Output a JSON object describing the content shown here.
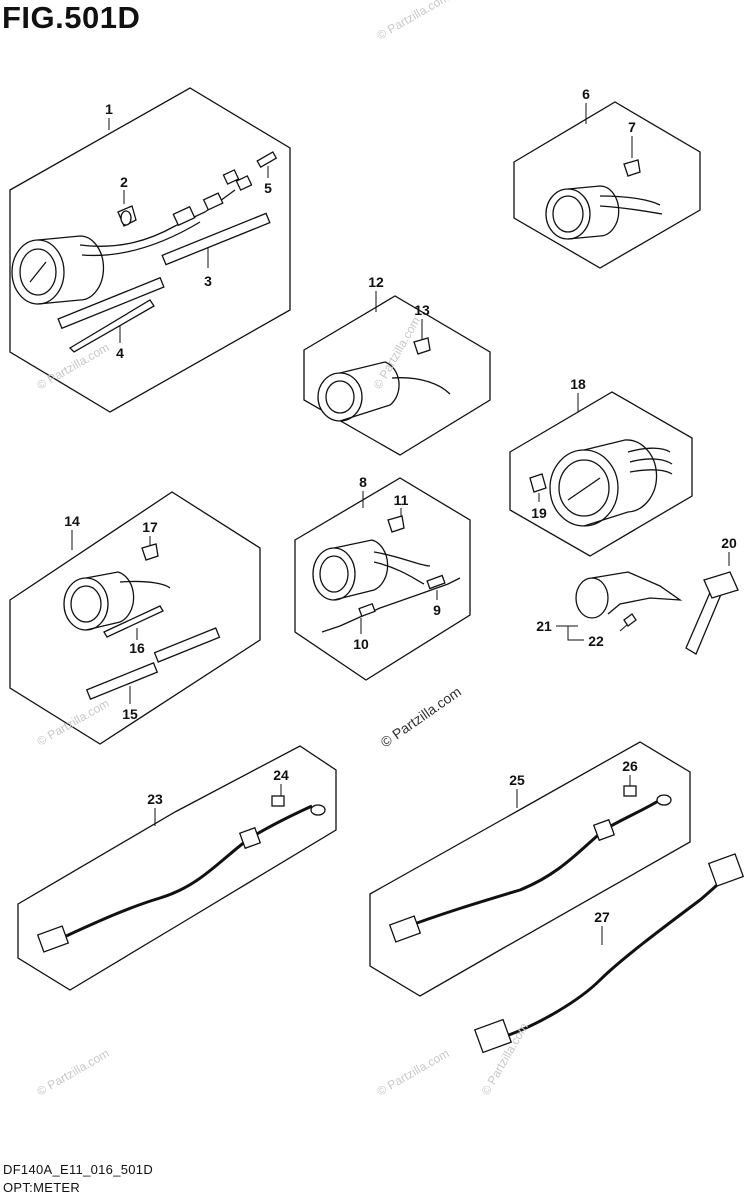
{
  "figure": {
    "title": "FIG.501D",
    "code": "DF140A_E11_016_501D",
    "name": "OPT:METER"
  },
  "watermark": {
    "text": "© Partzilla.com"
  },
  "callouts": [
    "1",
    "2",
    "3",
    "4",
    "5",
    "6",
    "7",
    "8",
    "9",
    "10",
    "11",
    "12",
    "13",
    "14",
    "15",
    "16",
    "17",
    "18",
    "19",
    "20",
    "21",
    "22",
    "23",
    "24",
    "25",
    "26",
    "27"
  ],
  "colors": {
    "line": "#111111",
    "watermark": "#c8c8c8"
  }
}
